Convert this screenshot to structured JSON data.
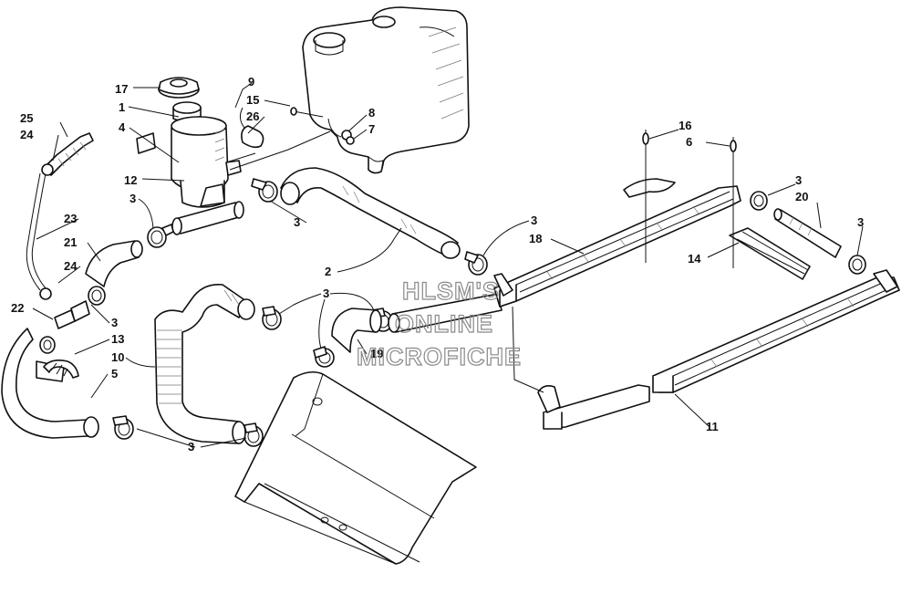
{
  "watermark": {
    "line1": "HLSM'S",
    "line2": "ONLINE",
    "line3": "MICROFICHE"
  },
  "callouts": [
    {
      "id": "c17",
      "label": "17"
    },
    {
      "id": "c1",
      "label": "1"
    },
    {
      "id": "c4",
      "label": "4"
    },
    {
      "id": "c12",
      "label": "12"
    },
    {
      "id": "c3a",
      "label": "3"
    },
    {
      "id": "c9",
      "label": "9"
    },
    {
      "id": "c15",
      "label": "15"
    },
    {
      "id": "c26",
      "label": "26"
    },
    {
      "id": "c8",
      "label": "8"
    },
    {
      "id": "c7",
      "label": "7"
    },
    {
      "id": "c25",
      "label": "25"
    },
    {
      "id": "c24a",
      "label": "24"
    },
    {
      "id": "c23",
      "label": "23"
    },
    {
      "id": "c21",
      "label": "21"
    },
    {
      "id": "c24b",
      "label": "24"
    },
    {
      "id": "c22",
      "label": "22"
    },
    {
      "id": "c3b",
      "label": "3"
    },
    {
      "id": "c13",
      "label": "13"
    },
    {
      "id": "c10",
      "label": "10"
    },
    {
      "id": "c5",
      "label": "5"
    },
    {
      "id": "c3c",
      "label": "3"
    },
    {
      "id": "c3d",
      "label": "3"
    },
    {
      "id": "c2",
      "label": "2"
    },
    {
      "id": "c3e",
      "label": "3"
    },
    {
      "id": "c19",
      "label": "19"
    },
    {
      "id": "c3f",
      "label": "3"
    },
    {
      "id": "c18",
      "label": "18"
    },
    {
      "id": "c16",
      "label": "16"
    },
    {
      "id": "c6",
      "label": "6"
    },
    {
      "id": "c3g",
      "label": "3"
    },
    {
      "id": "c20",
      "label": "20"
    },
    {
      "id": "c3h",
      "label": "3"
    },
    {
      "id": "c14",
      "label": "14"
    },
    {
      "id": "c11",
      "label": "11"
    }
  ]
}
